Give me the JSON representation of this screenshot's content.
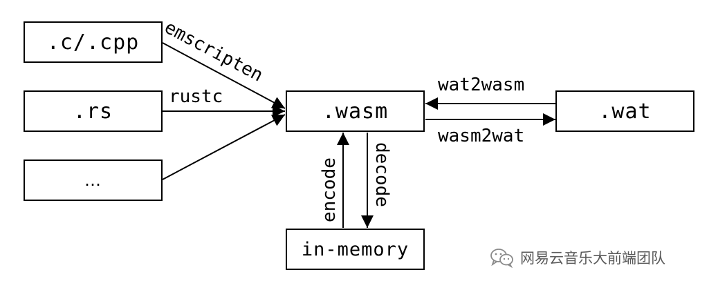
{
  "nodes": {
    "c_cpp": ".c/.cpp",
    "rs": ".rs",
    "more": "…",
    "wasm": ".wasm",
    "wat": ".wat",
    "in_memory": "in-memory"
  },
  "edges": {
    "emscripten": "emscripten",
    "rustc": "rustc",
    "wat2wasm": "wat2wasm",
    "wasm2wat": "wasm2wat",
    "encode": "encode",
    "decode": "decode"
  },
  "watermark": {
    "icon": "wechat-icon",
    "text": "网易云音乐大前端团队"
  }
}
